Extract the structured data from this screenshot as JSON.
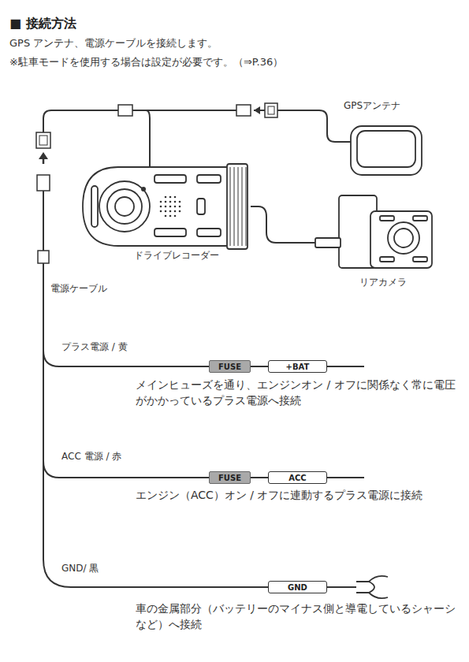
{
  "diagram": {
    "title": "■ 接続方法",
    "nodes": [
      {
        "text": [
          "FUSE"
        ]
      },
      {
        "text": [
          "+BAT"
        ]
      },
      {
        "text": [
          "FUSE"
        ]
      },
      {
        "text": [
          "ACC"
        ]
      },
      {
        "text": [
          "GND"
        ]
      }
    ],
    "edges": [
      {
        "from": 0,
        "to": 1,
        "arrow": "none"
      },
      {
        "from": 2,
        "to": 3,
        "arrow": "none"
      }
    ],
    "labels": [
      "GPS アンテナ、電源ケーブルを接続します。",
      "※駐車モードを使用する場合は設定が必要です。（⇒P.36）",
      "GPSアンテナ",
      "ドライブレコーダー",
      "リアカメラ",
      "電源ケーブル",
      "プラス電源 / 黄",
      "メインヒューズを通り、エンジンオン / オフに関係なく常に電圧がかかっているプラス電源へ接続",
      "ACC 電源 / 赤",
      "エンジン（ACC）オン / オフに連動するプラス電源に接続",
      "GND/ 黒",
      "車の金属部分（バッテリーのマイナス側と導電しているシャーシなど）へ接続"
    ]
  }
}
